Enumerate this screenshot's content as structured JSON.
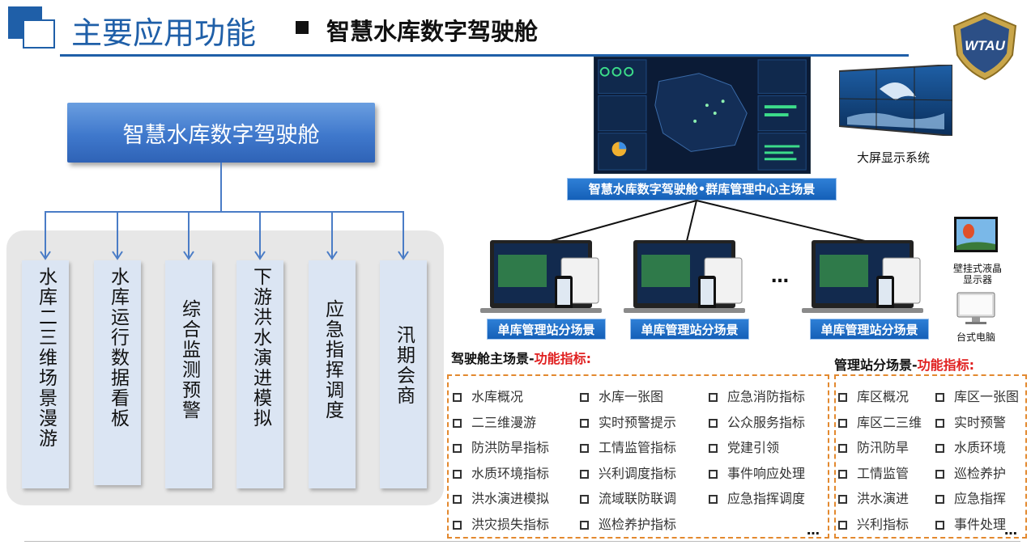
{
  "header": {
    "title": "主要应用功能",
    "subtitle": "智慧水库数字驾驶舱",
    "badge_text": "WTAU"
  },
  "left": {
    "main_node": "智慧水库数字驾驶舱",
    "columns": [
      "水库二三维场景漫游",
      "水库运行数据看板",
      "综合监测预警",
      "下游洪水演进模拟",
      "应急指挥调度",
      "汛期会商"
    ]
  },
  "top": {
    "center_label": "智慧水库数字驾驶舱•群库管理中心主场景",
    "bigscreen_label": "大屏显示系统",
    "station_label": "单库管理站分场景",
    "ellipsis": "…",
    "wall_display_label": "壁挂式液晶显示器",
    "desktop_label": "台式电脑"
  },
  "cockpit_panel": {
    "heading_prefix": "驾驶舱主场景-",
    "heading_highlight": "功能指标:",
    "items": [
      "水库概况",
      "水库一张图",
      "应急消防指标",
      "二三维漫游",
      "实时预警提示",
      "公众服务指标",
      "防洪防旱指标",
      "工情监管指标",
      "党建引领",
      "水质环境指标",
      "兴利调度指标",
      "事件响应处理",
      "洪水演进模拟",
      "流域联防联调",
      "应急指挥调度",
      "洪灾损失指标",
      "巡检养护指标"
    ],
    "more": "…"
  },
  "station_panel": {
    "heading_prefix": "管理站分场景-",
    "heading_highlight": "功能指标:",
    "items": [
      "库区概况",
      "库区一张图",
      "库区二三维",
      "实时预警",
      "防汛防旱",
      "水质环境",
      "工情监管",
      "巡检养护",
      "洪水演进",
      "应急指挥",
      "兴利指标",
      "事件处理"
    ],
    "more": "…"
  },
  "colors": {
    "brand_blue": "#1f5fa8",
    "node_blue": "#3f78cc",
    "label_blue": "#1560b8",
    "highlight_red": "#e02020",
    "panel_border_orange": "#e3892f",
    "column_fill": "#dbe5f3"
  }
}
